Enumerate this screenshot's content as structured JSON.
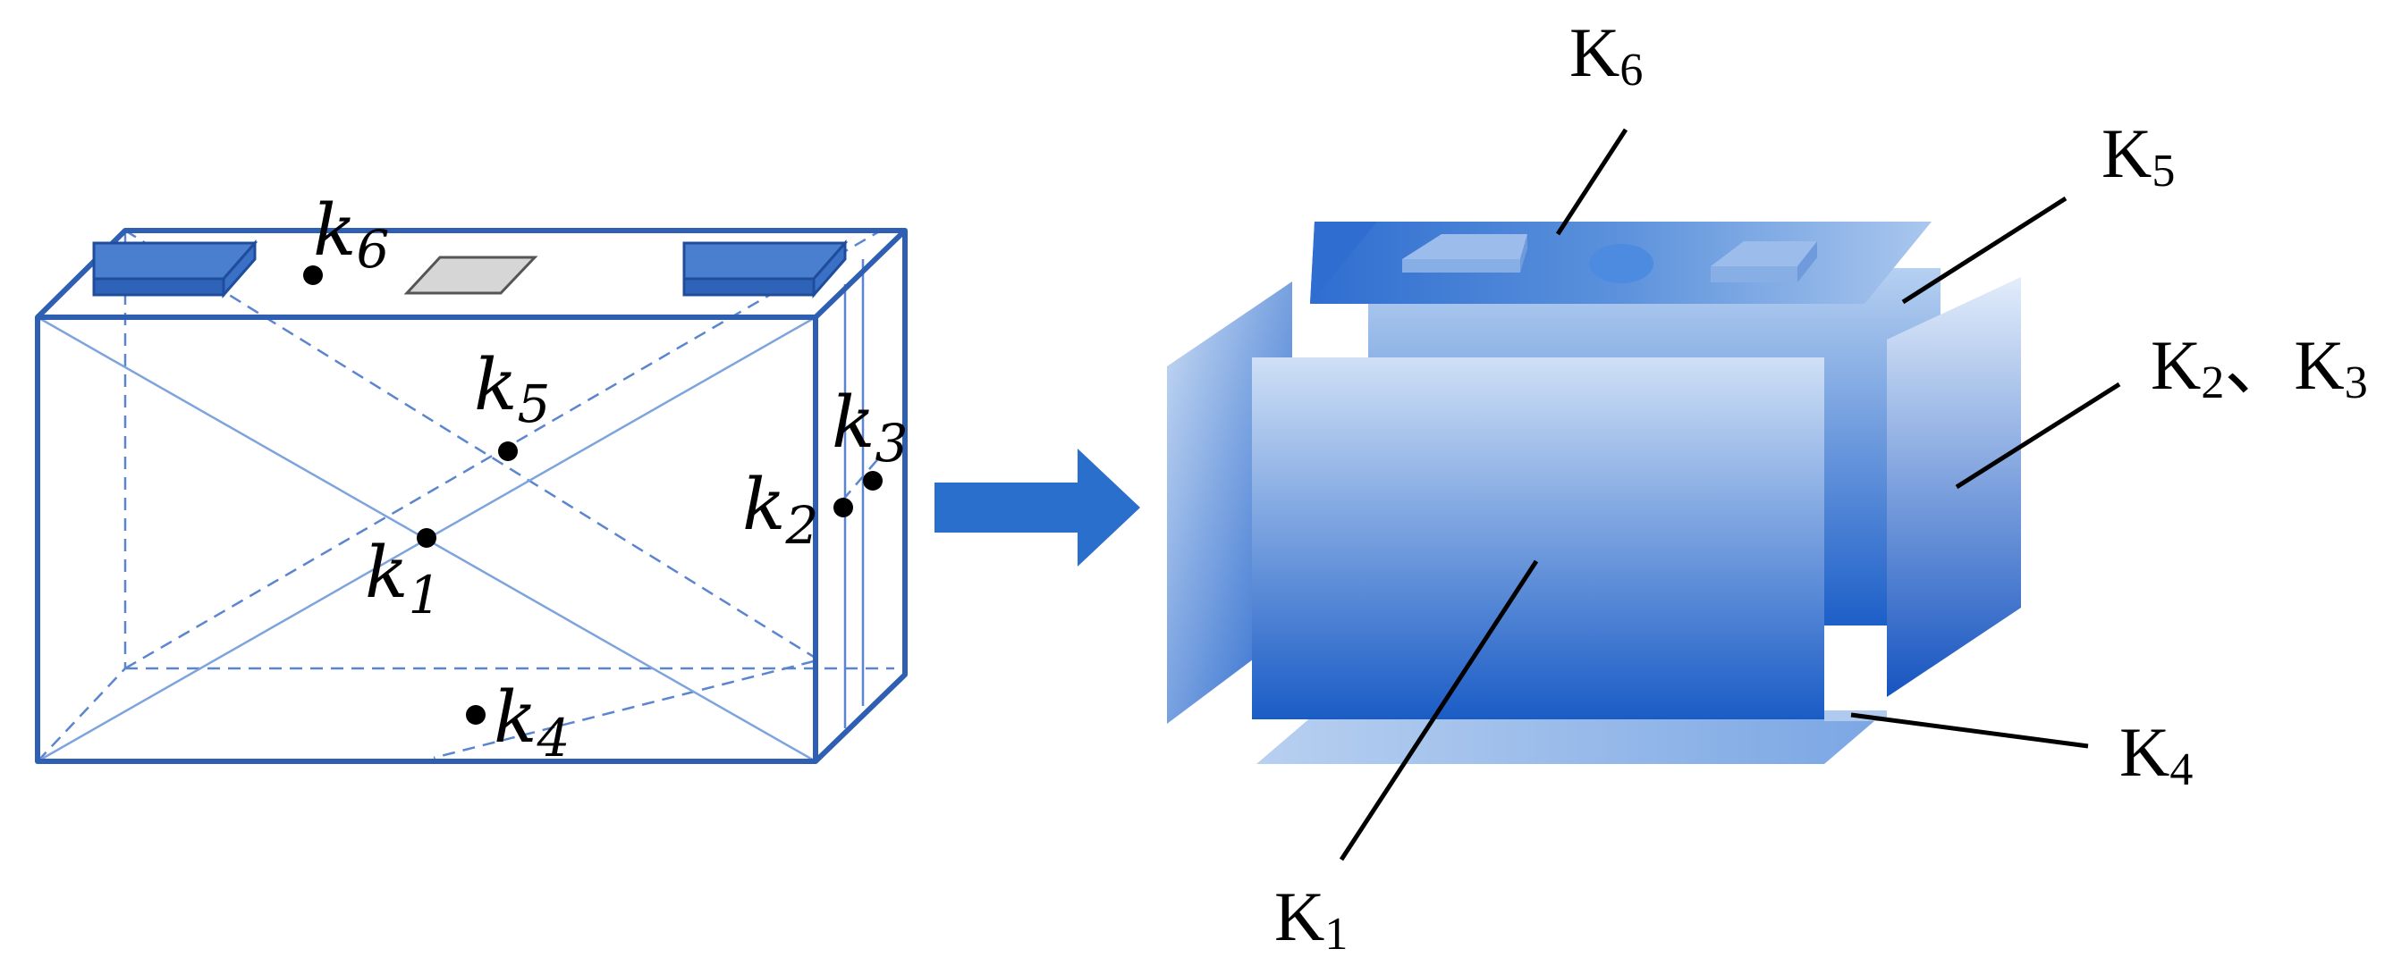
{
  "left_labels": {
    "k1": {
      "base": "k",
      "sub": "1"
    },
    "k2": {
      "base": "k",
      "sub": "2"
    },
    "k3": {
      "base": "k",
      "sub": "3"
    },
    "k4": {
      "base": "k",
      "sub": "4"
    },
    "k5": {
      "base": "k",
      "sub": "5"
    },
    "k6": {
      "base": "k",
      "sub": "6"
    }
  },
  "right_labels": {
    "K1": {
      "base": "K",
      "sub": "1"
    },
    "K4": {
      "base": "K",
      "sub": "4"
    },
    "K5": {
      "base": "K",
      "sub": "5"
    },
    "K6": {
      "base": "K",
      "sub": "6"
    },
    "K23": {
      "base": "K",
      "sub": "2",
      "sep": "、",
      "base2": "K",
      "sub2": "3"
    }
  },
  "colors": {
    "outline": "#2f5fb3",
    "terminal": "#4a7fd0",
    "arrow": "#2a6fcc",
    "panel_dark": "#1758c4",
    "panel_light": "#dce9fa"
  }
}
